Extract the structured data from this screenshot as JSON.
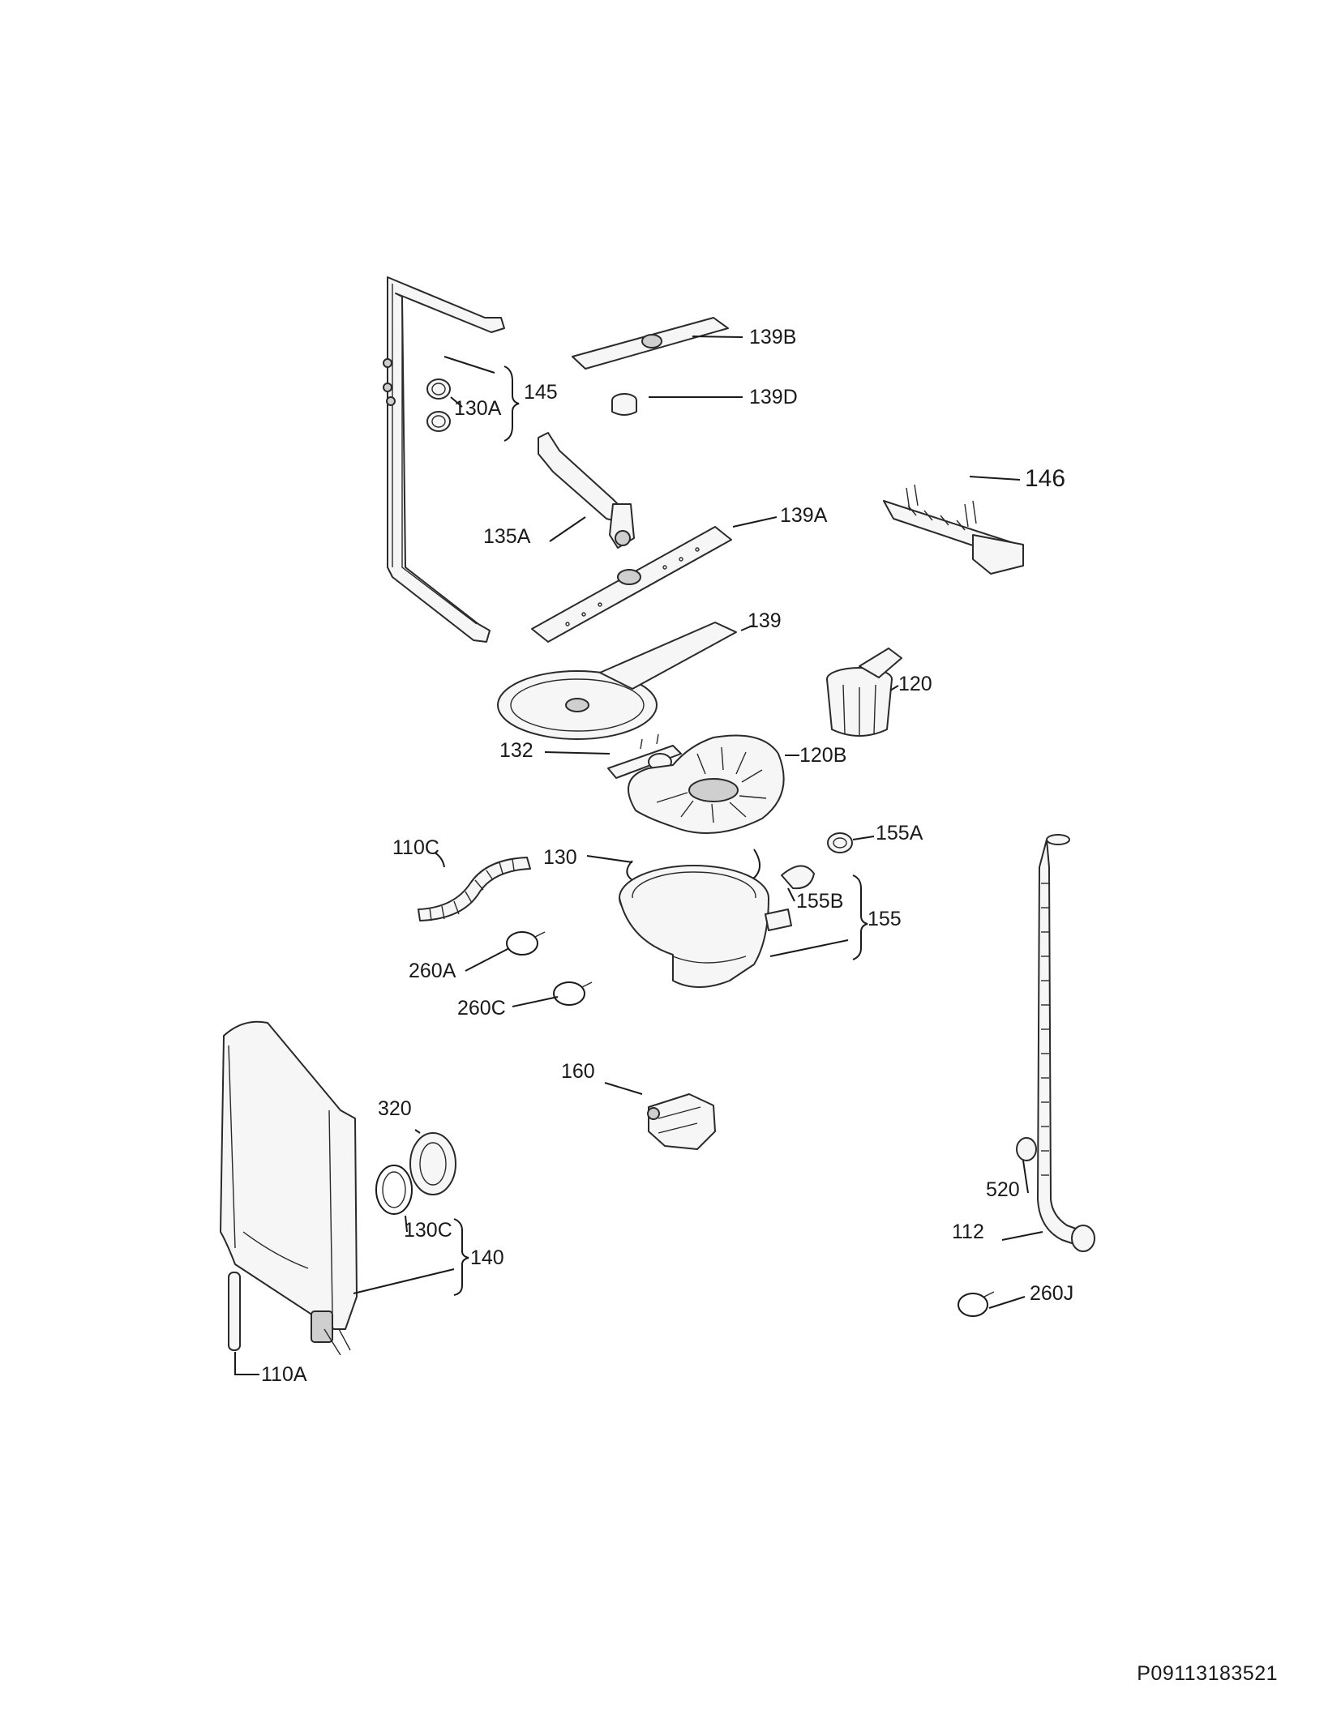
{
  "callouts": {
    "c139B": "139B",
    "c139D": "139D",
    "c145": "145",
    "c130A": "130A",
    "c146": "146",
    "c135A": "135A",
    "c139A": "139A",
    "c139": "139",
    "c120": "120",
    "c132": "132",
    "c120B": "120B",
    "c110C": "110C",
    "c130": "130",
    "c155A": "155A",
    "c155B": "155B",
    "c155": "155",
    "c260A": "260A",
    "c260C": "260C",
    "c160": "160",
    "c320": "320",
    "c130C": "130C",
    "c140": "140",
    "c520": "520",
    "c112": "112",
    "c260J": "260J",
    "c110A": "110A"
  },
  "drawing_id": "P09113183521"
}
